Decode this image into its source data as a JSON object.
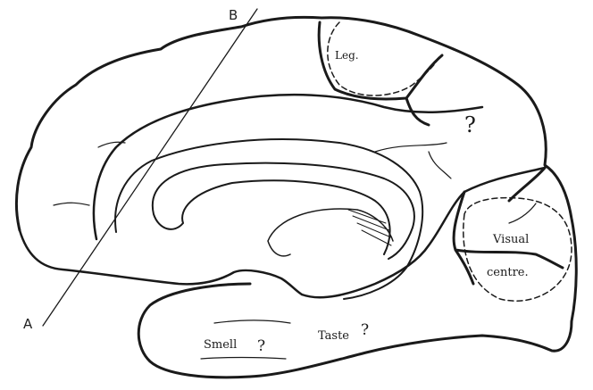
{
  "figure": {
    "line_labels": {
      "top": "B",
      "bottom": "A"
    },
    "regions": {
      "leg": "Leg.",
      "unknown_parietal": "?",
      "visual_1": "Visual",
      "visual_2": "centre.",
      "smell": "Smell",
      "smell_query": "?",
      "taste": "Taste",
      "taste_query": "?"
    },
    "colors": {
      "ink": "#1a1a1a",
      "paper": "#ffffff"
    }
  }
}
